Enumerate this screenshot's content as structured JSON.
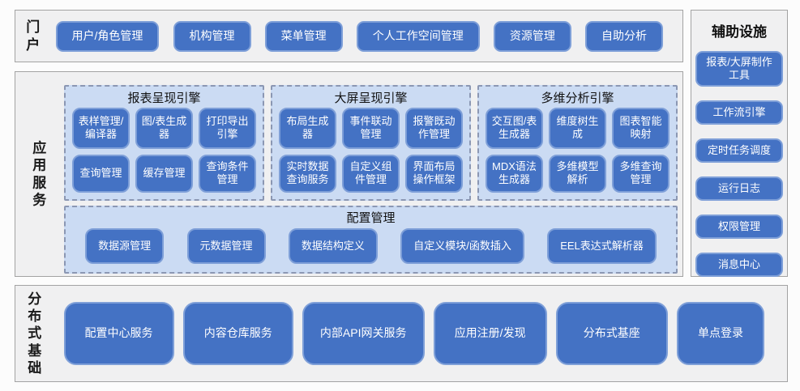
{
  "colors": {
    "button_fill": "#4472C4",
    "button_border": "#7E9FD8",
    "group_background": "#CBDBF3",
    "group_dashed_border": "#8B97B3",
    "section_background": "#F0F0F1",
    "section_border": "#A3A3A3",
    "button_text": "#FFFFFF"
  },
  "portal": {
    "label": "门户",
    "items": [
      "用户/角色管理",
      "机构管理",
      "菜单管理",
      "个人工作空间管理",
      "资源管理",
      "自助分析"
    ]
  },
  "aux": {
    "title": "辅助设施",
    "items": [
      "报表/大屏制作工具",
      "工作流引擎",
      "定时任务调度",
      "运行日志",
      "权限管理",
      "消息中心"
    ]
  },
  "app": {
    "label": "应用服务",
    "groups": [
      {
        "title": "报表呈现引擎",
        "items": [
          "表样管理/编译器",
          "图/表生成器",
          "打印导出引擎",
          "查询管理",
          "缓存管理",
          "查询条件管理"
        ]
      },
      {
        "title": "大屏呈现引擎",
        "items": [
          "布局生成器",
          "事件联动管理",
          "报警既动作管理",
          "实时数据查询服务",
          "自定义组件管理",
          "界面布局操作框架"
        ]
      },
      {
        "title": "多维分析引擎",
        "items": [
          "交互图/表生成器",
          "维度树生成",
          "图表智能映射",
          "MDX语法生成器",
          "多维模型解析",
          "多维查询管理"
        ]
      }
    ],
    "config": {
      "title": "配置管理",
      "items": [
        "数据源管理",
        "元数据管理",
        "数据结构定义",
        "自定义模块/函数插入",
        "EEL表达式解析器"
      ]
    }
  },
  "dist": {
    "label": "分布式基础",
    "items": [
      "配置中心服务",
      "内容仓库服务",
      "内部API网关服务",
      "应用注册/发现",
      "分布式基座",
      "单点登录"
    ]
  }
}
